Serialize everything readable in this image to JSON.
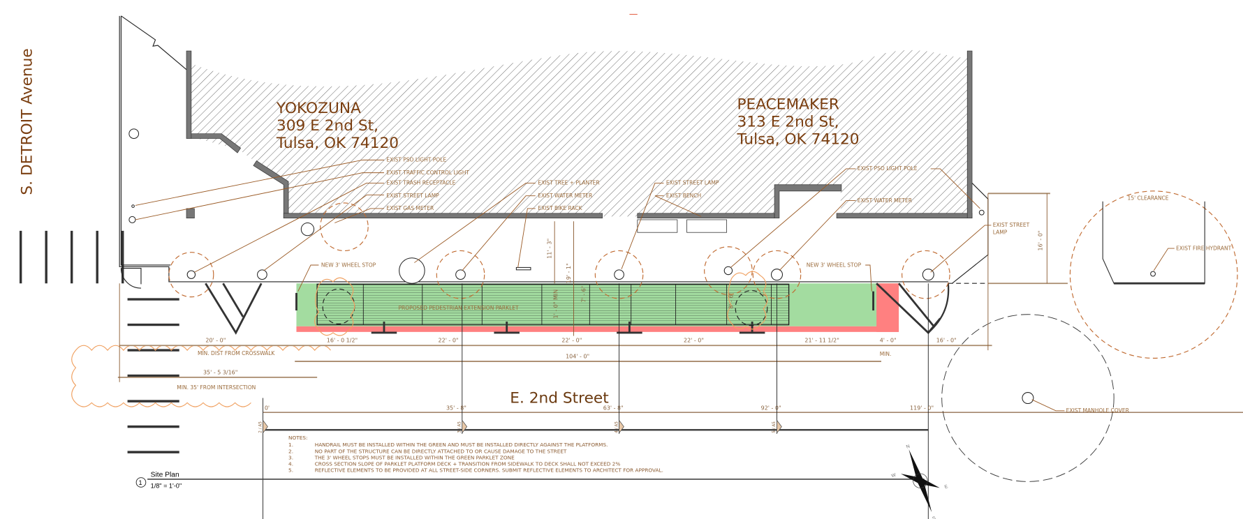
{
  "street_west": "S. DETROIT Avenue",
  "street_south": "E. 2nd Street",
  "buildings": [
    {
      "name": "YOKOZUNA",
      "address1": "309 E 2nd St,",
      "address2": "Tulsa, OK 74120"
    },
    {
      "name": "PEACEMAKER",
      "address1": "313 E 2nd St,",
      "address2": "Tulsa, OK 74120"
    }
  ],
  "labels": {
    "pso_light_pole": "EXIST PSO LIGHT POLE",
    "traffic_control_light": "EXIST TRAFFIC CONTROL LIGHT",
    "trash_receptacle": "EXIST TRASH RECEPTACLE",
    "street_lamp": "EXIST STREET LAMP",
    "gas_meter": "EXIST GAS METER",
    "tree_planter": "EXIST TREE + PLANTER",
    "water_meter": "EXIST WATER METER",
    "bike_rack": "EXIST BIKE RACK",
    "street_lamp_2": "EXIST STREET LAMP",
    "bench": "EXIST BENCH",
    "pso_light_pole_2": "EXIST PSO LIGHT POLE",
    "water_meter_2": "EXIST WATER METER",
    "street_lamp_3a": "EXIST STREET",
    "street_lamp_3b": "LAMP",
    "clearance": "15' CLEARANCE",
    "fire_hydrant": "EXIST FIRE HYDRANT",
    "manhole": "EXIST MANHOLE COVER",
    "wheel_stop_1": "NEW 3' WHEEL STOP",
    "wheel_stop_2": "NEW 3' WHEEL STOP",
    "parklet": "PROPOSED PEDESTRIAN EXTENSION PARKLET",
    "min_crosswalk": "MIN. DIST FROM CROSSWALK",
    "min_intersection": "MIN. 35' FROM INTERSECTION",
    "min": "MIN."
  },
  "dimensions": {
    "d20": "20' - 0\"",
    "d16a": "16' - 0 1/2\"",
    "d22a": "22' - 0\"",
    "d22b": "22' - 0\"",
    "d22c": "22' - 0\"",
    "d21": "21' - 11 1/2\"",
    "d4": "4' - 0\"",
    "d16b": "16' - 0\"",
    "d104": "104' - 0\"",
    "d35": "35' - 5 3/16\"",
    "d11_3": "11' - 3\"",
    "d19_1": "19' - 1\"",
    "d1_min": "1' - 0\" MIN",
    "d7_6": "7' - 6\"",
    "d8_6": "8' - 6\"",
    "d16v": "16' - 0\""
  },
  "stations": [
    {
      "label": "0'",
      "tag": "2 / A5"
    },
    {
      "label": "35' - 8\"",
      "tag": "3 / A5"
    },
    {
      "label": "63' - 8\"",
      "tag": "4 / A5"
    },
    {
      "label": "92' - 0\"",
      "tag": "5 / A5"
    },
    {
      "label": "119' - 0\"",
      "tag": ""
    }
  ],
  "notes": {
    "title": "NOTES:",
    "items": [
      {
        "num": "1.",
        "text": "HANDRAIL MUST BE INSTALLED WITHIN THE GREEN AND MUST BE INSTALLED DIRECTLY AGAINST THE PLATFORMS."
      },
      {
        "num": "2.",
        "text": "NO PART OF THE STRUCTURE CAN BE DIRECTLY ATTACHED TO OR CAUSE DAMAGE TO THE STREET"
      },
      {
        "num": "3.",
        "text": "THE 3' WHEEL STOPS MUST BE INSTALLED WITHIN THE GREEN PARKLET ZONE"
      },
      {
        "num": "4.",
        "text": "CROSS SECTION SLOPE OF PARKLET PLATFORM DECK + TRANSITION FROM SIDEWALK TO DECK SHALL NOT EXCEED 2%"
      },
      {
        "num": "5.",
        "text": "REFLECTIVE ELEMENTS TO BE PROVIDED AT ALL STREET-SIDE CORNERS. SUBMIT REFLECTIVE ELEMENTS TO ARCHITECT FOR APPROVAL."
      }
    ]
  },
  "title_block": {
    "number": "1",
    "title": "Site Plan",
    "scale": "1/8\" = 1'-0\""
  },
  "compass": {
    "n": "N",
    "s": "S",
    "e": "E",
    "w": "W"
  },
  "colors": {
    "parklet_green": "#a3dca0",
    "buffer_red": "#ff8080",
    "text_brown": "#7a3e10"
  }
}
